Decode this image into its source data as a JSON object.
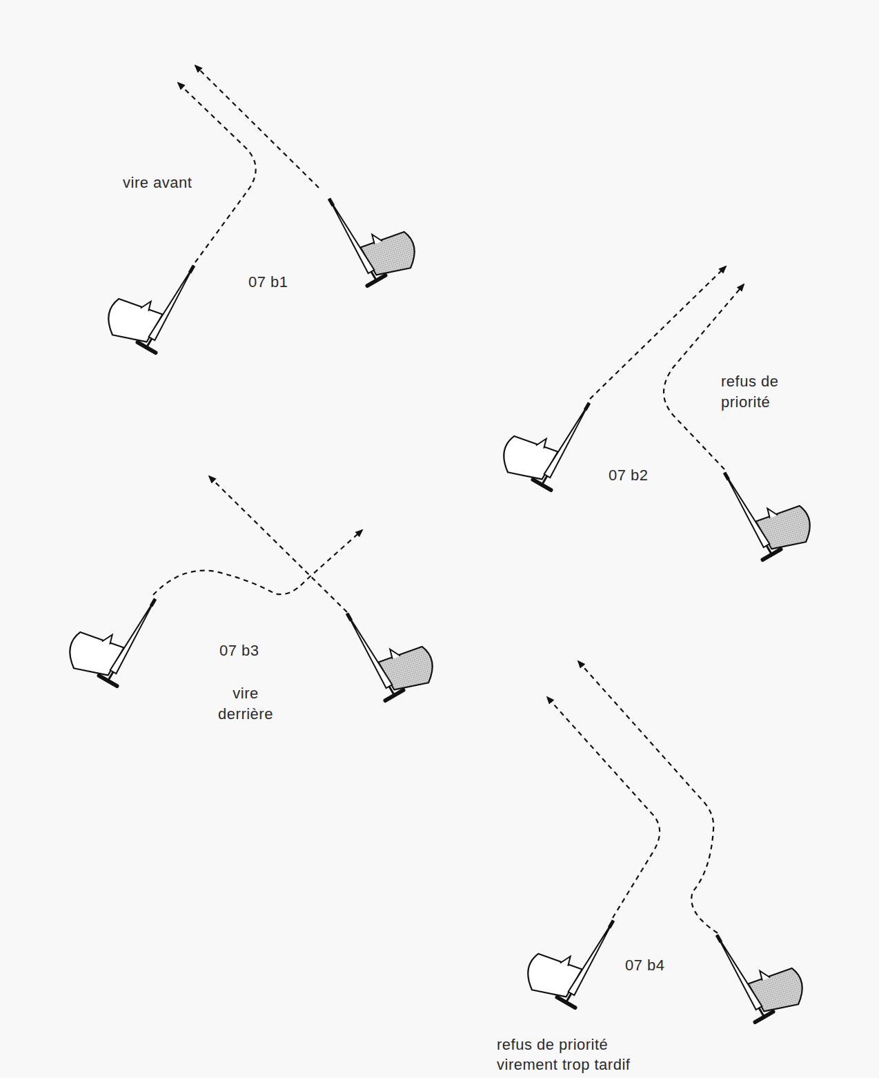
{
  "diagram": {
    "labels": [
      "vire avant",
      "07 b1",
      "refus de priorité",
      "07 b2",
      "07 b3",
      "vire derrière",
      "07 b4",
      "refus de priorité virement trop tardif"
    ]
  }
}
